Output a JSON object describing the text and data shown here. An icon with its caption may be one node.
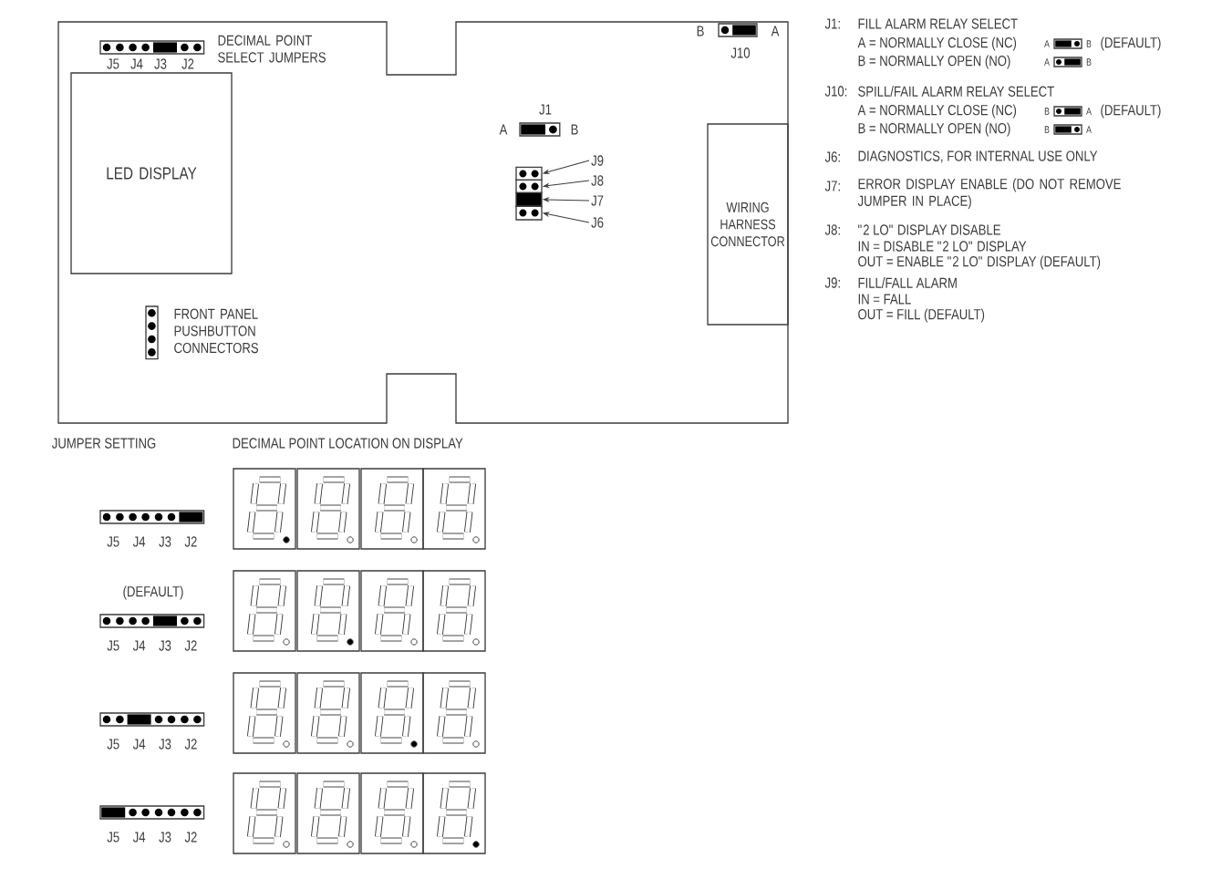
{
  "diagram": {
    "nodes": [
      {
        "text": [],
        "shape": "box"
      },
      {
        "text": [
          "LED DISPLAY"
        ],
        "in": 0
      },
      {
        "text": [
          "WIRING HARNESS CONNECTOR"
        ],
        "in": 0
      },
      {
        "text": [],
        "shape": "bar",
        "in": 0
      },
      {
        "text": [],
        "shape": "bar",
        "in": 0
      },
      {
        "text": [],
        "shape": "bar",
        "in": 0
      },
      {
        "text": [],
        "shape": "bar",
        "in": 0
      },
      {
        "text": [
          "J9"
        ],
        "in": 0
      },
      {
        "text": [
          "J8"
        ],
        "in": 0
      },
      {
        "text": [
          "J7"
        ],
        "in": 0
      },
      {
        "text": [
          "J6"
        ],
        "in": 0
      }
    ],
    "edges": [
      {
        "from": 7,
        "to": 3,
        "arrow": "to"
      },
      {
        "from": 8,
        "to": 4,
        "arrow": "to"
      },
      {
        "from": 9,
        "to": 5,
        "arrow": "to"
      },
      {
        "from": 10,
        "to": 6,
        "arrow": "to"
      }
    ],
    "labels": [
      "DECIMAL POINT SELECT JUMPERS",
      "J5",
      "J4",
      "J3",
      "J2",
      "B",
      "A",
      "J10",
      "J1",
      "A",
      "B",
      "FRONT PANEL PUSHBUTTON CONNECTORS",
      "J1:",
      "FILL ALARM RELAY SELECT",
      "A = NORMALLY CLOSE (NC)",
      "A",
      "B",
      "(DEFAULT)",
      "B = NORMALLY OPEN (NO)",
      "A",
      "B",
      "J10:",
      "SPILL/FAIL ALARM RELAY SELECT",
      "A = NORMALLY CLOSE (NC)",
      "B",
      "A",
      "(DEFAULT)",
      "B = NORMALLY OPEN (NO)",
      "B",
      "A",
      "J6:",
      "DIAGNOSTICS, FOR INTERNAL USE ONLY",
      "J7:",
      "ERROR DISPLAY ENABLE (DO NOT REMOVE JUMPER IN PLACE)",
      "J8:",
      "\"2 LO\" DISPLAY DISABLE",
      "IN = DISABLE \"2 LO\" DISPLAY",
      "OUT = ENABLE \"2 LO\" DISPLAY (DEFAULT)",
      "J9:",
      "FILL/FALL ALARM",
      "IN = FALL",
      "OUT = FILL (DEFAULT)",
      "JUMPER SETTING",
      "DECIMAL POINT LOCATION ON DISPLAY",
      "J5",
      "J4",
      "J3",
      "J2",
      "(DEFAULT)",
      "J5",
      "J4",
      "J3",
      "J2",
      "J5",
      "J4",
      "J3",
      "J2",
      "J5",
      "J4",
      "J3",
      "J2"
    ]
  }
}
